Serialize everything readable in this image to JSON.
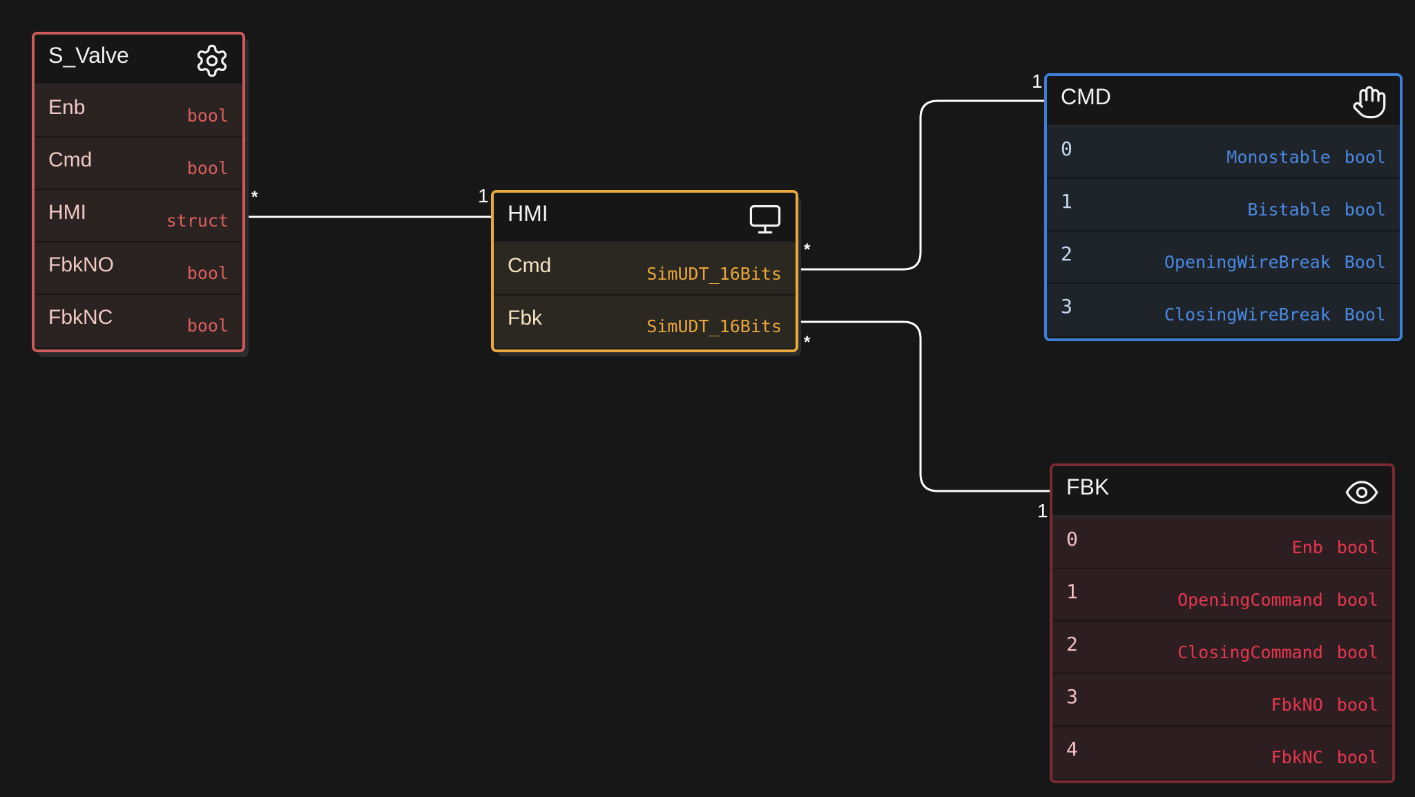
{
  "nodes": {
    "valve": {
      "title": "S_Valve",
      "icon": "gear-icon",
      "color": "#cf5a5a",
      "rows": [
        {
          "label": "Enb",
          "type": "bool"
        },
        {
          "label": "Cmd",
          "type": "bool"
        },
        {
          "label": "HMI",
          "type": "struct"
        },
        {
          "label": "FbkNO",
          "type": "bool"
        },
        {
          "label": "FbkNC",
          "type": "bool"
        }
      ]
    },
    "hmi": {
      "title": "HMI",
      "icon": "monitor-icon",
      "color": "#e9a93d",
      "rows": [
        {
          "label": "Cmd",
          "type": "SimUDT_16Bits"
        },
        {
          "label": "Fbk",
          "type": "SimUDT_16Bits"
        }
      ]
    },
    "cmd": {
      "title": "CMD",
      "icon": "hand-icon",
      "color": "#3f7fd9",
      "rows": [
        {
          "index": "0",
          "field": "Monostable",
          "type": "bool"
        },
        {
          "index": "1",
          "field": "Bistable",
          "type": "bool"
        },
        {
          "index": "2",
          "field": "OpeningWireBreak",
          "type": "Bool"
        },
        {
          "index": "3",
          "field": "ClosingWireBreak",
          "type": "Bool"
        }
      ]
    },
    "fbk": {
      "title": "FBK",
      "icon": "eye-icon",
      "color": "#e8364e",
      "rows": [
        {
          "index": "0",
          "field": "Enb",
          "type": "bool"
        },
        {
          "index": "1",
          "field": "OpeningCommand",
          "type": "bool"
        },
        {
          "index": "2",
          "field": "ClosingCommand",
          "type": "bool"
        },
        {
          "index": "3",
          "field": "FbkNO",
          "type": "bool"
        },
        {
          "index": "4",
          "field": "FbkNC",
          "type": "bool"
        }
      ]
    }
  },
  "edges": [
    {
      "from": "S_Valve.HMI",
      "to": "HMI",
      "from_mult": "*",
      "to_mult": "1"
    },
    {
      "from": "HMI.Cmd",
      "to": "CMD",
      "from_mult": "*",
      "to_mult": "1"
    },
    {
      "from": "HMI.Fbk",
      "to": "FBK",
      "from_mult": "*",
      "to_mult": "1"
    }
  ]
}
